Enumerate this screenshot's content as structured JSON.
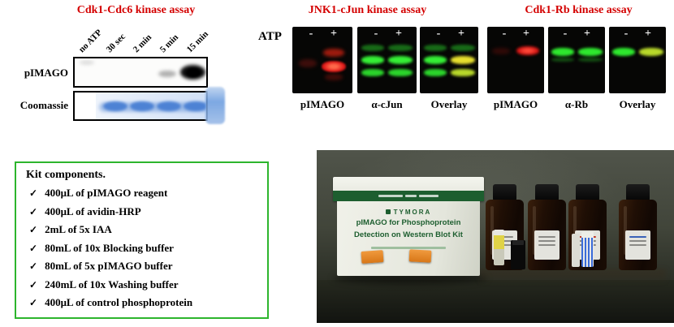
{
  "cdc6": {
    "title": "Cdk1-Cdc6 kinase assay",
    "lanes": [
      "no ATP",
      "30 sec",
      "2 min",
      "5 min",
      "15 min"
    ],
    "rows": [
      "pIMAGO",
      "Coomassie"
    ]
  },
  "jnk1": {
    "title": "JNK1-cJun kinase assay",
    "atp_label": "ATP",
    "minus": "-",
    "plus": "+",
    "blots": [
      "pIMAGO",
      "α-cJun",
      "Overlay"
    ]
  },
  "rb": {
    "title": "Cdk1-Rb kinase assay",
    "minus": "-",
    "plus": "+",
    "blots": [
      "pIMAGO",
      "α-Rb",
      "Overlay"
    ]
  },
  "kit": {
    "heading": "Kit components.",
    "check": "✓",
    "items": [
      "400μL of pIMAGO reagent",
      "400μL of avidin-HRP",
      "2mL of 5x IAA",
      "80mL of 10x Blocking buffer",
      "80mL of 5x pIMAGO buffer",
      "240mL of 10x Washing buffer",
      "400μL of control phosphoprotein"
    ]
  },
  "photo": {
    "brand": "TYMORA",
    "box_title_line1": "pIMAGO for Phosphoprotein",
    "box_title_line2": "Detection on Western Blot Kit"
  },
  "colors": {
    "title_red": "#d40000",
    "kit_border_green": "#2db52d"
  }
}
